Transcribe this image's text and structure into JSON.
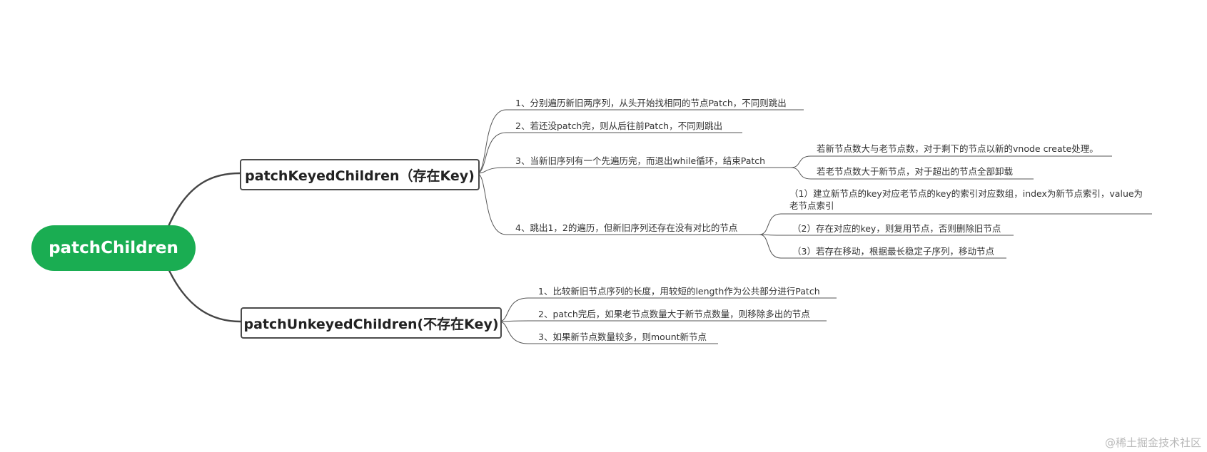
{
  "root": {
    "label": "patchChildren"
  },
  "branches": [
    {
      "label": "patchKeyedChildren（存在Key)",
      "items": [
        {
          "label": "1、分别遍历新旧两序列，从头开始找相同的节点Patch，不同则跳出"
        },
        {
          "label": "2、若还没patch完，则从后往前Patch，不同则跳出"
        },
        {
          "label": "3、当新旧序列有一个先遍历完，而退出while循环，结束Patch",
          "children": [
            {
              "label": "若新节点数大与老节点数，对于剩下的节点以新的vnode create处理。"
            },
            {
              "label": "若老节点数大于新节点，对于超出的节点全部卸载"
            }
          ]
        },
        {
          "label": "4、跳出1，2的遍历，但新旧序列还存在没有对比的节点",
          "children": [
            {
              "label": "（1）建立新节点的key对应老节点的key的索引对应数组，index为新节点索引，value为老节点索引"
            },
            {
              "label": "（2）存在对应的key，则复用节点，否则删除旧节点"
            },
            {
              "label": "（3）若存在移动，根据最长稳定子序列，移动节点"
            }
          ]
        }
      ]
    },
    {
      "label": "patchUnkeyedChildren(不存在Key)",
      "items": [
        {
          "label": "1、比较新旧节点序列的长度，用较短的length作为公共部分进行Patch"
        },
        {
          "label": "2、patch完后，如果老节点数量大于新节点数量，则移除多出的节点"
        },
        {
          "label": "3、如果新节点数量较多，则mount新节点"
        }
      ]
    }
  ],
  "watermark": "@稀土掘金技术社区",
  "colors": {
    "root": "#1aad52",
    "line": "#4b4b4b",
    "leafLine": "#555555"
  }
}
